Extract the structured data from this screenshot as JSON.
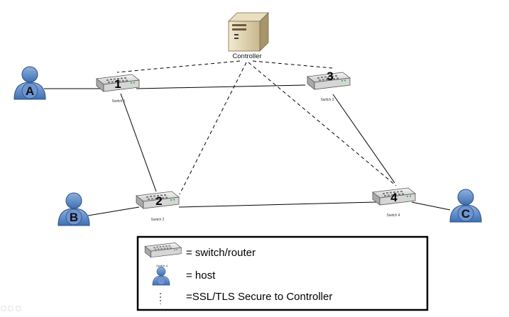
{
  "controller": {
    "label": "Controller",
    "icon": "server-icon"
  },
  "switches": [
    {
      "id": "1",
      "number": "1",
      "caption": "Switch 1"
    },
    {
      "id": "2",
      "number": "2",
      "caption": "Switch 2"
    },
    {
      "id": "3",
      "number": "3",
      "caption": "Switch 3"
    },
    {
      "id": "4",
      "number": "4",
      "caption": "Switch 4"
    }
  ],
  "hosts": [
    {
      "id": "A",
      "letter": "A"
    },
    {
      "id": "B",
      "letter": "B"
    },
    {
      "id": "C",
      "letter": "C"
    }
  ],
  "links": [
    {
      "from": "A",
      "to": "1"
    },
    {
      "from": "1",
      "to": "3"
    },
    {
      "from": "1",
      "to": "2"
    },
    {
      "from": "B",
      "to": "2"
    },
    {
      "from": "2",
      "to": "4"
    },
    {
      "from": "3",
      "to": "4"
    },
    {
      "from": "4",
      "to": "C"
    }
  ],
  "secure_links": [
    {
      "from": "controller",
      "to": "1"
    },
    {
      "from": "controller",
      "to": "3"
    },
    {
      "from": "controller",
      "to": "2"
    },
    {
      "from": "controller",
      "to": "4"
    }
  ],
  "legend": {
    "switch_caption": "Switch 4",
    "items": [
      {
        "icon": "switch-icon",
        "text": "= switch/router"
      },
      {
        "icon": "host-icon",
        "text": "= host"
      },
      {
        "icon": "dashed-line-icon",
        "text": "=SSL/TLS Secure to Controller"
      }
    ]
  },
  "colors": {
    "host_fill": "#5b86c5",
    "host_dark": "#2f5d9a",
    "switch_fill": "#e3e3e3",
    "line": "#000000",
    "legend_border": "#000000"
  }
}
